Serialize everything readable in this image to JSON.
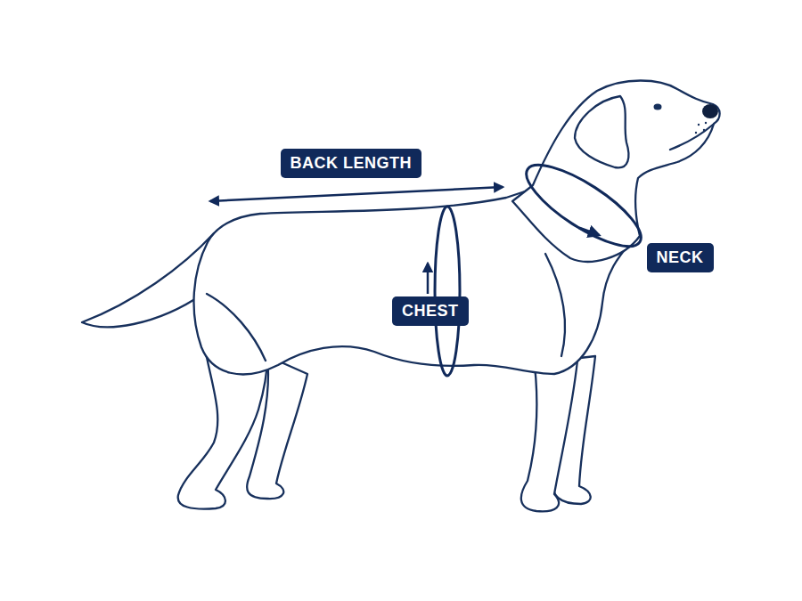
{
  "diagram": {
    "nodes": [
      {
        "text": [
          "BACK LENGTH"
        ]
      },
      {
        "text": [
          "NECK"
        ]
      },
      {
        "text": [
          "CHEST"
        ]
      }
    ]
  }
}
